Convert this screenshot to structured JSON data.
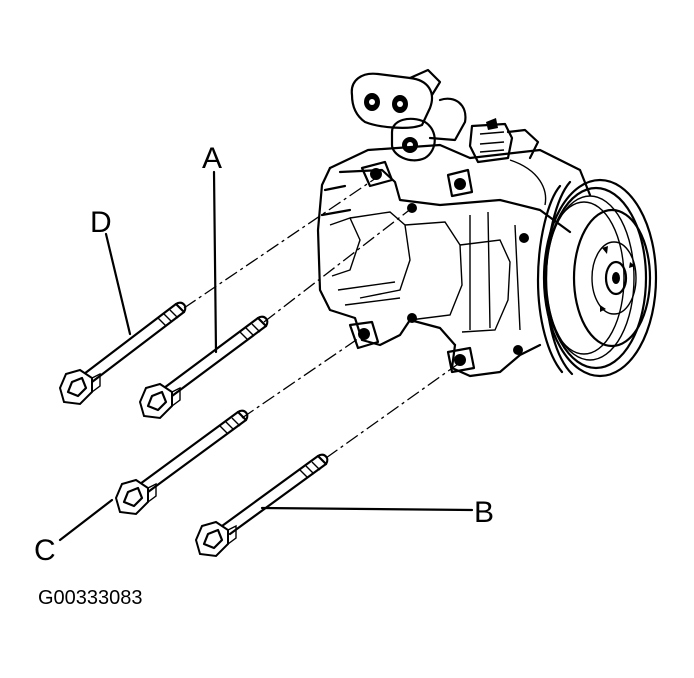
{
  "figure_id": "G00333083",
  "callouts": {
    "a": "A",
    "b": "B",
    "c": "C",
    "d": "D"
  },
  "icons": {
    "compressor": "ac-compressor-icon",
    "clutch": "clutch-pulley-icon",
    "bolt": "bolt-icon"
  }
}
